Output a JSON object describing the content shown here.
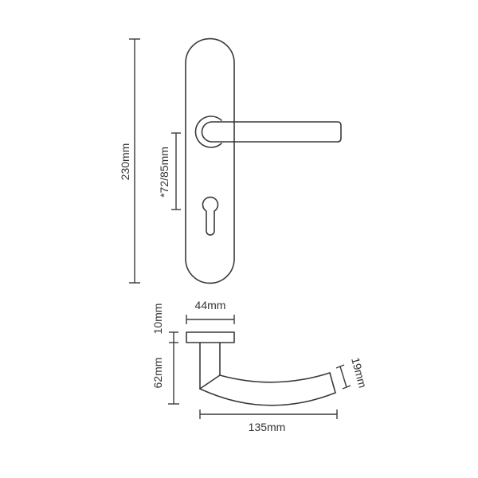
{
  "diagram": {
    "type": "technical-drawing",
    "subject": "lever handle on long backplate with euro profile keyhole",
    "colors": {
      "background": "#ffffff",
      "line": "#3a3a3a",
      "text": "#333333"
    },
    "front_view": {
      "dimensions": {
        "plate_height": "230mm",
        "center_distance": "*72/85mm"
      }
    },
    "side_view": {
      "dimensions": {
        "rose_diameter": "44mm",
        "rose_thickness": "10mm",
        "projection": "62mm",
        "lever_length": "135mm",
        "lever_tip_height": "19mm"
      }
    }
  }
}
